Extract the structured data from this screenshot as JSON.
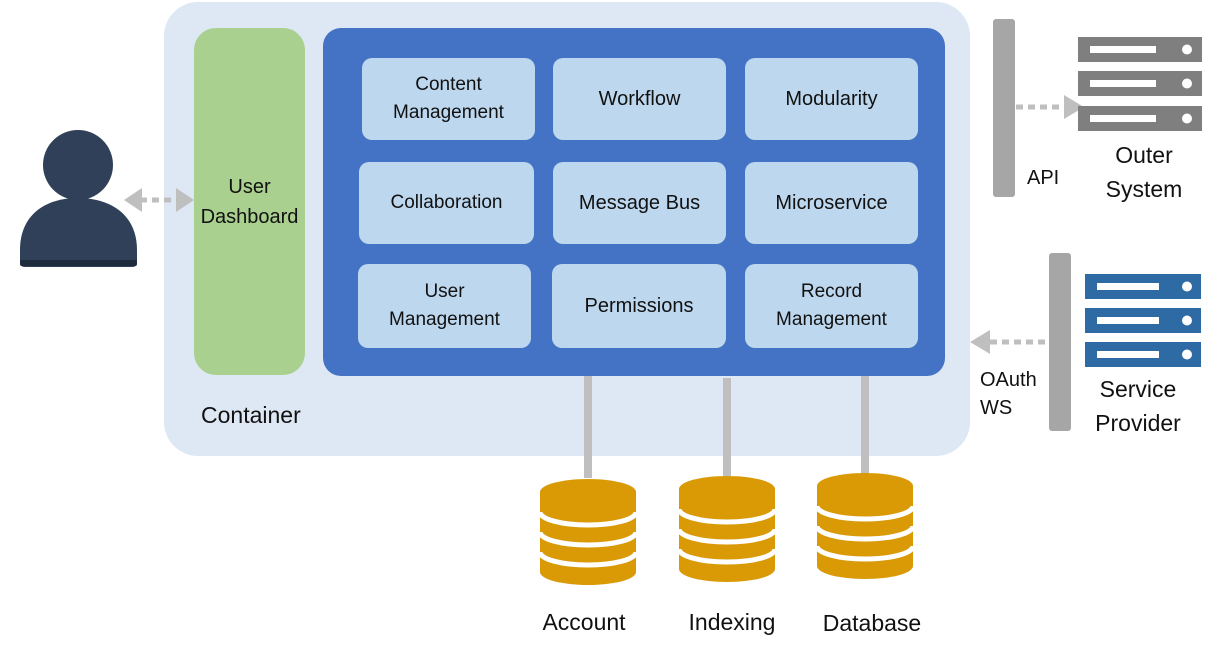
{
  "container_label": "Container",
  "dashboard_label": "User\nDashboard",
  "modules": [
    {
      "id": "content-management",
      "label": "Content\nManagement"
    },
    {
      "id": "workflow",
      "label": "Workflow"
    },
    {
      "id": "modularity",
      "label": "Modularity"
    },
    {
      "id": "collaboration",
      "label": "Collaboration"
    },
    {
      "id": "message-bus",
      "label": "Message Bus"
    },
    {
      "id": "microservice",
      "label": "Microservice"
    },
    {
      "id": "user-management",
      "label": "User\nManagement"
    },
    {
      "id": "permissions",
      "label": "Permissions"
    },
    {
      "id": "record-management",
      "label": "Record\nManagement"
    }
  ],
  "api_label": "API",
  "oauth_label": "OAuth\nWS",
  "outer_system_label": "Outer\nSystem",
  "service_provider_label": "Service\nProvider",
  "databases": [
    {
      "id": "account",
      "label": "Account"
    },
    {
      "id": "indexing",
      "label": "Indexing"
    },
    {
      "id": "database",
      "label": "Database"
    }
  ],
  "colors": {
    "container": "#dde8f4",
    "dashboard": "#a9d08e",
    "panel": "#4472c4",
    "module": "#bdd7ee",
    "database": "#d99a06",
    "outer_server": "#7f7f7f",
    "provider_server": "#2e6ba5",
    "person": "#2f4058"
  },
  "icons": {
    "person": "user-icon",
    "outer_system": "server-rack-icon",
    "service_provider": "server-rack-icon",
    "database": "database-cylinder-icon"
  }
}
